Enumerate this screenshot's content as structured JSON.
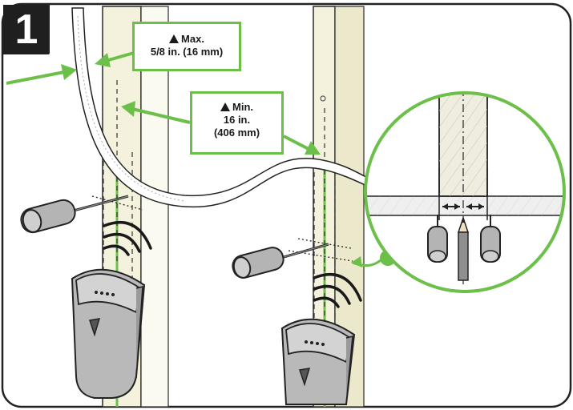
{
  "step_number": "1",
  "callout_max": {
    "warning_icon": "warning-triangle-icon",
    "line1": "Max.",
    "line2": "5/8 in. (16 mm)"
  },
  "callout_min": {
    "warning_icon": "warning-triangle-icon",
    "line1": "Min.",
    "line2": "16 in.",
    "line3": "(406 mm)"
  },
  "colors": {
    "accent_green": "#6cc04a",
    "stud": "#f4f2dc",
    "outline": "#1a1a1a",
    "tool_gray": "#b4b4b4"
  }
}
